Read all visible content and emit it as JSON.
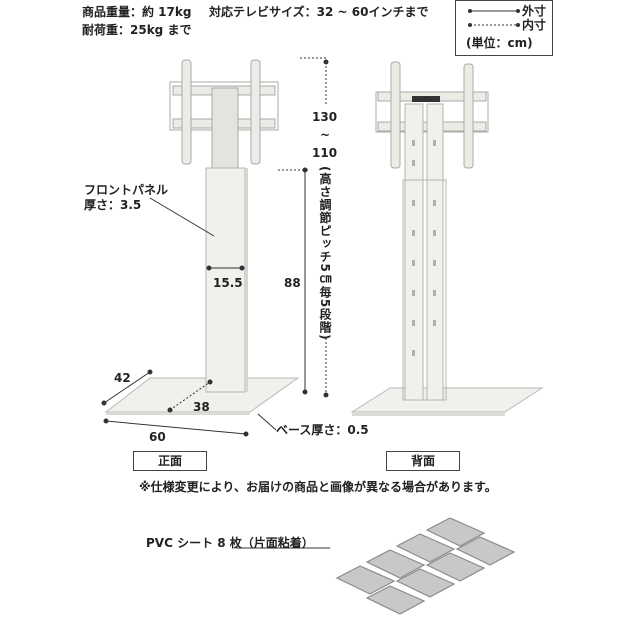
{
  "specs": {
    "weight": "商品重量：約 17kg",
    "load": "耐荷重：25kg まで",
    "tv_size": "対応テレビサイズ：32 ~ 60インチまで"
  },
  "legend": {
    "outer": "外寸",
    "inner": "内寸",
    "unit": "(単位：cm)"
  },
  "dimensions": {
    "height_max": "130",
    "height_sep": "~",
    "height_min": "110",
    "pitch_note": "(高さ調節ピッチ5㎝毎5段階)",
    "pole_height": "88",
    "panel_label": "フロントパネル",
    "panel_thickness": "厚さ：3.5",
    "panel_width": "15.5",
    "base_depth": "42",
    "base_inner": "38",
    "base_width": "60",
    "base_thickness": "ベース厚さ：0.5"
  },
  "views": {
    "front": "正面",
    "back": "背面"
  },
  "notice": "※仕様変更により、お届けの商品と画像が異なる場合があります。",
  "accessory": {
    "label": "PVC シート 8 枚（片面粘着）"
  },
  "colors": {
    "stand": "#f1f0ec",
    "stand_shade": "#dcdad4",
    "outline": "#9a9a96",
    "tile": "#c8c8c8",
    "tile_edge": "#8a8a8a"
  }
}
